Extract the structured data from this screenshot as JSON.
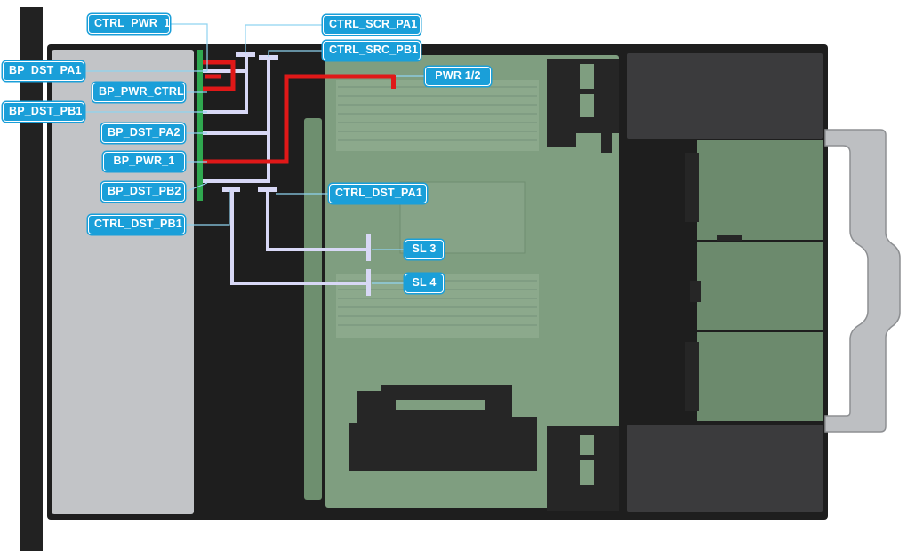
{
  "labels": {
    "ctrl_pwr_1": "CTRL_PWR_1",
    "bp_dst_pa1": "BP_DST_PA1",
    "bp_pwr_ctrl": "BP_PWR_CTRL",
    "bp_dst_pb1": "BP_DST_PB1",
    "bp_dst_pa2": "BP_DST_PA2",
    "bp_pwr_1": "BP_PWR_1",
    "bp_dst_pb2": "BP_DST_PB2",
    "ctrl_dst_pb1": "CTRL_DST_PB1",
    "ctrl_scr_pa1": "CTRL_SCR_PA1",
    "ctrl_src_pb1": "CTRL_SRC_PB1",
    "pwr_1_2": "PWR 1/2",
    "ctrl_dst_pa1": "CTRL_DST_PA1",
    "sl_3": "SL 3",
    "sl_4": "SL 4"
  },
  "colors": {
    "callout": "#1a9fd9",
    "chassis": "#222222",
    "backplane": "#c2c4c7",
    "board": "#7f9e80",
    "power_cable": "#e01818",
    "signal_cable": "#d8d8f6",
    "connector_strip": "#2fa84f",
    "psu": "#3b3b3d",
    "drive_bay": "#6c8a6d",
    "handle": "#bdbfc2"
  }
}
